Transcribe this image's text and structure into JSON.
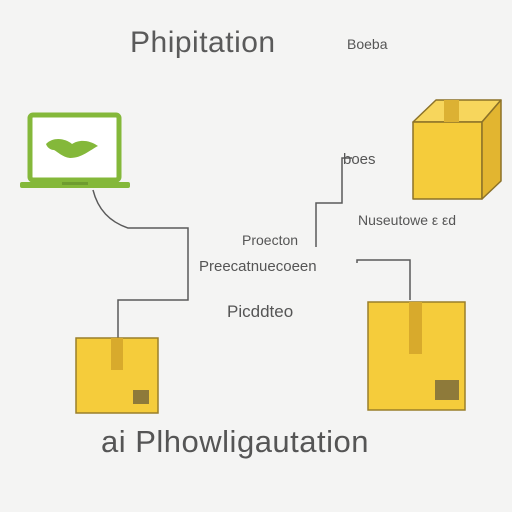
{
  "diagram": {
    "title": "Phipitation",
    "title_side": "Boeba",
    "label_right_top": "boes",
    "label_right_mid": "Nuseutowe ε εd",
    "label_mid_1": "Proecton",
    "label_mid_2": "Preecatnuecoeen",
    "label_mid_3": "Picddteo",
    "footer": "ai Plhowligautation"
  },
  "icons": {
    "laptop": "laptop-icon",
    "box_3d": "box-icon",
    "box_left": "package-icon",
    "box_right": "package-icon"
  },
  "colors": {
    "background": "#f4f4f3",
    "laptop_green": "#84b83a",
    "box_yellow": "#f5cc3b",
    "box_edge": "#9a7e2a",
    "line": "#555555"
  }
}
